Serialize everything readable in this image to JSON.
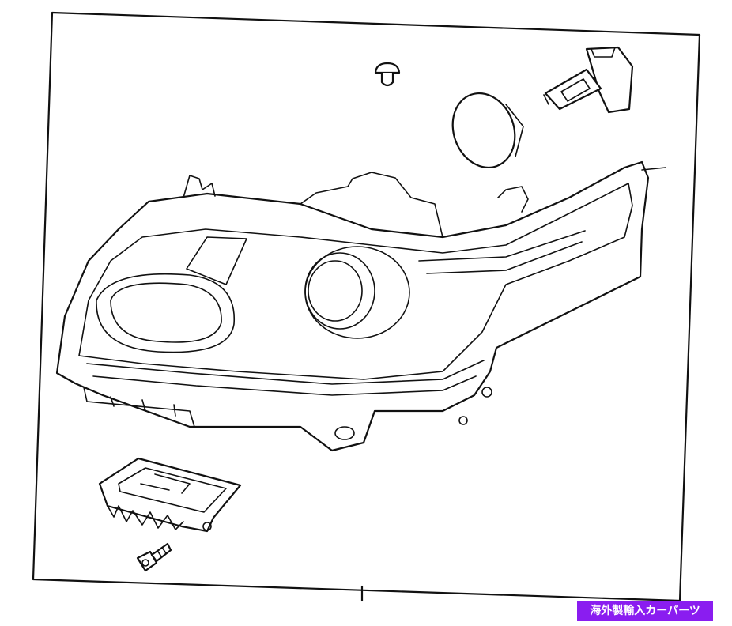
{
  "image_kind": "exploded parts diagram of a headlamp assembly",
  "parts": [
    "clip",
    "bulb",
    "dust-cap",
    "headlamp-housing",
    "control-module",
    "bolt"
  ],
  "watermark": {
    "text": "海外製輸入カーパーツ",
    "color": "#8a1df0"
  }
}
